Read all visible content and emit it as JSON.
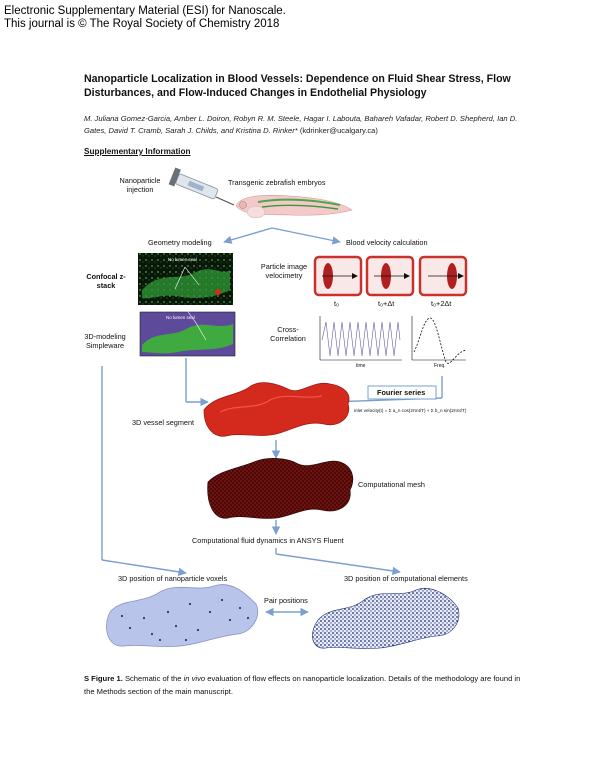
{
  "header": {
    "line1": "Electronic Supplementary Material (ESI) for Nanoscale.",
    "line2": "This journal is © The Royal Society of Chemistry 2018"
  },
  "paper": {
    "title": "Nanoparticle Localization in Blood Vessels: Dependence on Fluid Shear Stress, Flow Disturbances, and Flow-Induced Changes in Endothelial Physiology",
    "authors": "M. Juliana Gomez-Garcia, Amber L. Doiron, Robyn R. M. Steele, Hagar I. Labouta, Bahareh Vafadar, Robert D. Shepherd, Ian D. Gates, David T. Cramb, Sarah J. Childs, and Kristina D. Rinker*",
    "email": "(kdrinker@ucalgary.ca)",
    "section": "Supplementary Information"
  },
  "figure": {
    "np_injection": "Nanoparticle injection",
    "zebrafish": "Transgenic zebrafish embryos",
    "geometry": "Geometry modeling",
    "velocity": "Blood velocity calculation",
    "confocal": "Confocal z-stack",
    "no_lumen_top": "No lumen seal",
    "no_lumen_bottom": "No lumen seal",
    "piv": "Particle image velocimetry",
    "t0": "t₀",
    "t1": "t₀+Δt",
    "t2": "t₀+2Δt",
    "cross_corr": "Cross-Correlation",
    "time_label": "time",
    "freq_label": "Freq.",
    "modeling": "3D-modeling Simpleware",
    "fourier": "Fourier series",
    "formula": "inlet velocity(t) = Σ a_n cos(2πnt/T) + Σ b_n sin(2πnt/T)",
    "vessel_segment": "3D vessel segment",
    "mesh": "Computational mesh",
    "cfd": "Computational fluid dynamics in ANSYS Fluent",
    "np_voxels": "3D position of nanoparticle voxels",
    "comp_elements": "3D position of computational elements",
    "pair": "Pair positions"
  },
  "caption": {
    "label": "S Figure 1.",
    "text1": " Schematic of the ",
    "italic": "in vivo",
    "text2": " evaluation of flow effects on nanoparticle localization. Details of the methodology are found in the Methods section of the main manuscript."
  },
  "colors": {
    "arrow": "#7a9fd0",
    "vessel_red": "#d42a1e",
    "mesh_dark": "#5a0d0d",
    "voxel_blue": "#b8c4ea",
    "pipe_red": "#c8322a"
  }
}
